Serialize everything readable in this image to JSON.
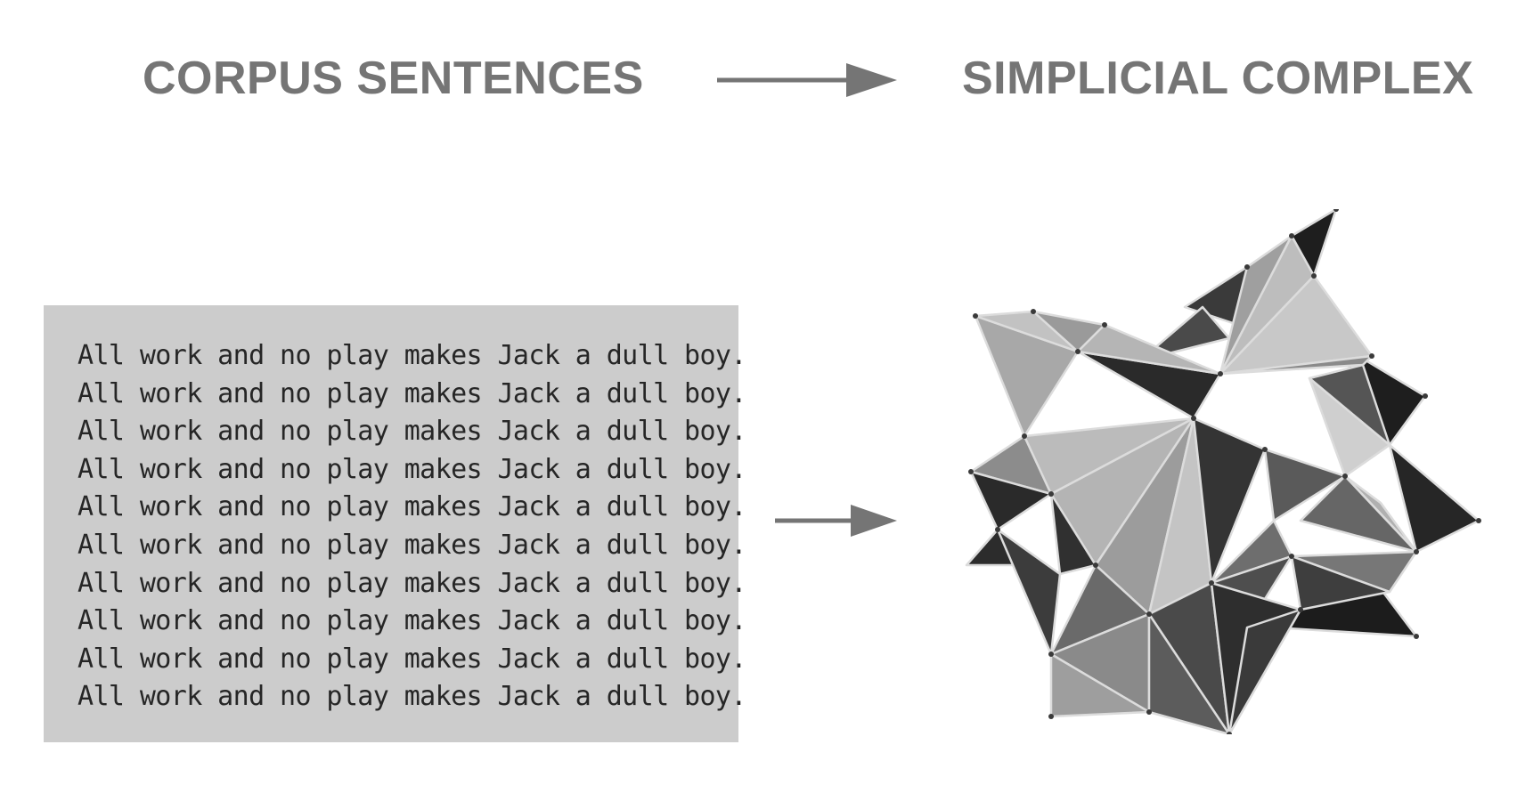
{
  "headings": {
    "left": "CORPUS SENTENCES",
    "right": "SIMPLICIAL COMPLEX"
  },
  "corpus": {
    "lines": [
      "All work and no play makes Jack a dull boy.",
      "All work and no play makes Jack a dull boy.",
      "All work and no play makes Jack a dull boy.",
      "All work and no play makes Jack a dull boy.",
      "All work and no play makes Jack a dull boy.",
      "All work and no play makes Jack a dull boy.",
      "All work and no play makes Jack a dull boy.",
      "All work and no play makes Jack a dull boy.",
      "All work and no play makes Jack a dull boy.",
      "All work and no play makes Jack a dull boy."
    ]
  },
  "colors": {
    "heading": "#757575",
    "arrow": "#757575",
    "corpus_background": "#cccccc",
    "corpus_text": "#262626"
  },
  "icons": {
    "arrow": "arrow-right-icon"
  }
}
